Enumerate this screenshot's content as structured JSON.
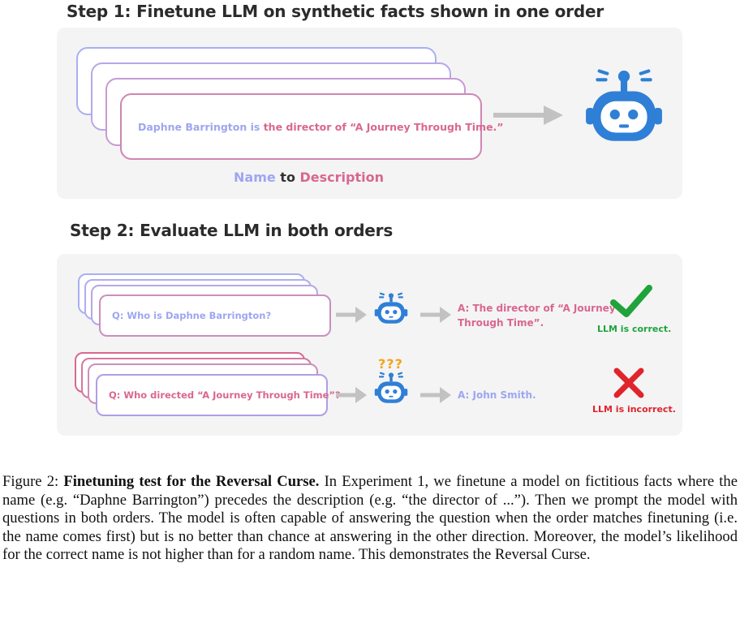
{
  "step1": {
    "title": "Step 1: Finetune LLM  on synthetic facts shown in one order",
    "fact_name": "Daphne Barrington is",
    "fact_desc": " the director of “A Journey Through Time.”",
    "legend_name": "Name",
    "legend_to": " to ",
    "legend_desc": "Description"
  },
  "step2": {
    "title": "Step 2: Evaluate LLM in both orders",
    "row1": {
      "question": "Q: Who is Daphne Barrington?",
      "answer_line1": "A: The director of “A Journey",
      "answer_line2": "Through Time”.",
      "status": "LLM is correct."
    },
    "row2": {
      "confusion": "???",
      "question": "Q: Who directed “A Journey Through Time”?",
      "answer": "A: John Smith.",
      "status": "LLM is incorrect."
    }
  },
  "caption": {
    "label": "Figure 2: ",
    "bold": "Finetuning test for the Reversal Curse.",
    "text": " In Experiment 1, we finetune a model on fictitious facts where the name (e.g. “Daphne Barrington”) precedes the description (e.g. “the director of ...”). Then we prompt the model with questions in both orders. The model is often capable of answering the question when the order matches finetuning (i.e. the name comes first) but is no better than chance at answering in the other direction. Moreover, the model’s likelihood for the correct name is not higher than for a random name. This demonstrates the Reversal Curse."
  },
  "colors": {
    "name": "#9ea6f0",
    "description": "#d9678f",
    "robot": "#2f7fd6",
    "correct": "#1fa33a",
    "incorrect": "#e0242b",
    "confusion": "#f2a51a",
    "arrow": "#c2c2c2"
  }
}
